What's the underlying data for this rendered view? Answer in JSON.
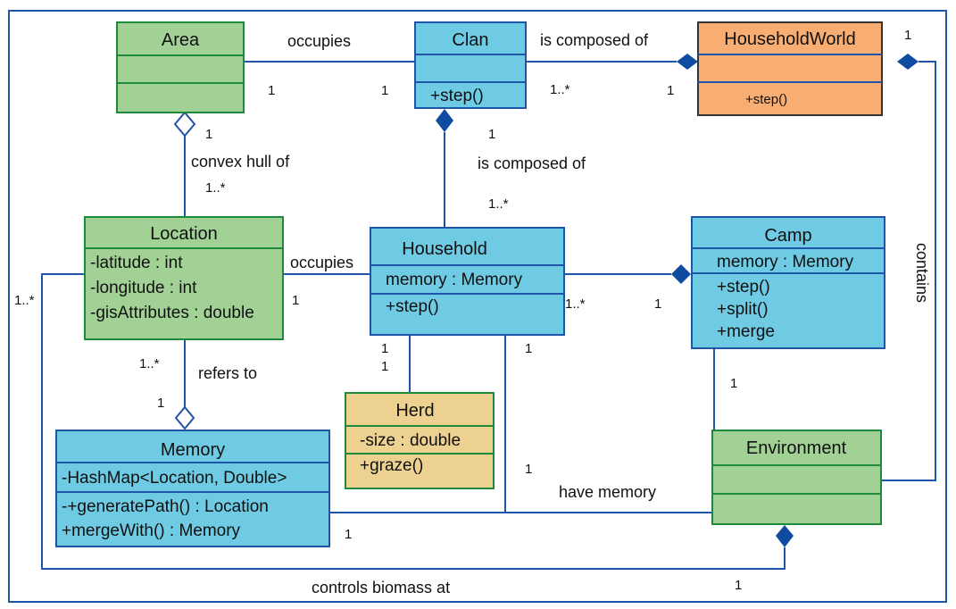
{
  "diagram": {
    "type": "UML class diagram",
    "colors": {
      "line": "#1f55a8",
      "green_fill": "#a2d195",
      "green_border": "#1e8a3c",
      "blue_fill": "#6ecbe3",
      "blue_border": "#1f55a8",
      "orange_fill": "#f8ae73",
      "orange_border": "#333333",
      "tan_fill": "#edd190",
      "tan_border": "#1e8a3c"
    },
    "classes": {
      "area": {
        "name": "Area",
        "attributes": [],
        "methods": []
      },
      "clan": {
        "name": "Clan",
        "attributes": [],
        "methods": [
          "+step()"
        ]
      },
      "household_world": {
        "name": "HouseholdWorld",
        "attributes": [],
        "methods": [
          "+step()"
        ]
      },
      "location": {
        "name": "Location",
        "attributes": [
          "-latitude : int",
          "-longitude : int",
          "-gisAttributes : double"
        ],
        "methods": []
      },
      "household": {
        "name": "Household",
        "attributes": [
          "memory : Memory"
        ],
        "methods": [
          "+step()"
        ]
      },
      "camp": {
        "name": "Camp",
        "attributes": [
          "memory : Memory"
        ],
        "methods": [
          "+step()",
          "+split()",
          "+merge"
        ]
      },
      "herd": {
        "name": "Herd",
        "attributes": [
          "-size : double"
        ],
        "methods": [
          "+graze()"
        ]
      },
      "memory": {
        "name": "Memory",
        "attributes": [
          "-HashMap<Location, Double>"
        ],
        "methods": [
          "-+generatePath() : Location",
          "+mergeWith() : Memory"
        ]
      },
      "environment": {
        "name": "Environment",
        "attributes": [],
        "methods": []
      }
    },
    "associations": {
      "area_clan": {
        "label": "occupies",
        "mult_area": "1",
        "mult_clan": "1"
      },
      "clan_world": {
        "label": "is composed of",
        "mult_clan": "1..*",
        "mult_world": "1"
      },
      "area_location": {
        "label": "convex hull of",
        "mult_area": "1",
        "mult_location": "1..*"
      },
      "clan_household": {
        "label": "is composed of",
        "mult_clan": "1",
        "mult_household": "1..*"
      },
      "location_household": {
        "label": "occupies",
        "mult_location": "1"
      },
      "household_camp": {
        "mult_household": "1..*",
        "mult_camp": "1"
      },
      "world_environment": {
        "label": "contains",
        "mult_world": "1"
      },
      "location_memory": {
        "label": "refers to",
        "mult_location": "1..*",
        "mult_memory": "1"
      },
      "household_herd": {
        "mult_household": "1",
        "mult_herd": "1"
      },
      "household_memory": {
        "label": "have memory",
        "mult_household_top": "1",
        "mult_household_bottom": "1",
        "mult_memory": "1"
      },
      "camp_environment": {
        "mult_camp": "1"
      },
      "environment_location": {
        "label": "controls biomass at",
        "mult_location": "1..*",
        "mult_environment": "1"
      }
    }
  }
}
